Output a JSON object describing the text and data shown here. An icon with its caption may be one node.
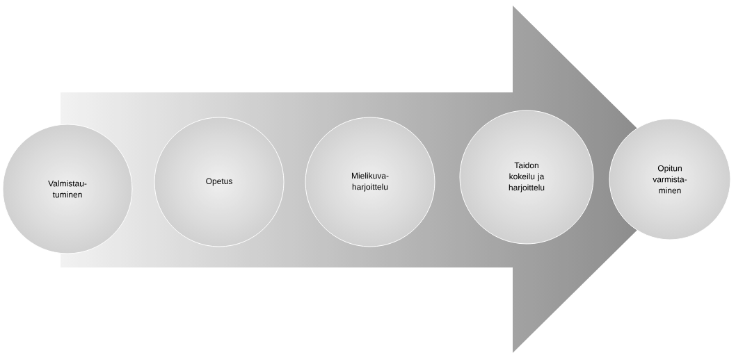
{
  "diagram": {
    "nodes": [
      {
        "text": [
          "Valmistau- tuminen"
        ]
      },
      {
        "text": [
          "Opetus"
        ]
      },
      {
        "text": [
          "Mielikuva- harjoittelu"
        ]
      },
      {
        "text": [
          "Taidon kokeilu ja harjoittelu"
        ]
      },
      {
        "text": [
          "Opitun varmista- minen"
        ]
      }
    ]
  }
}
